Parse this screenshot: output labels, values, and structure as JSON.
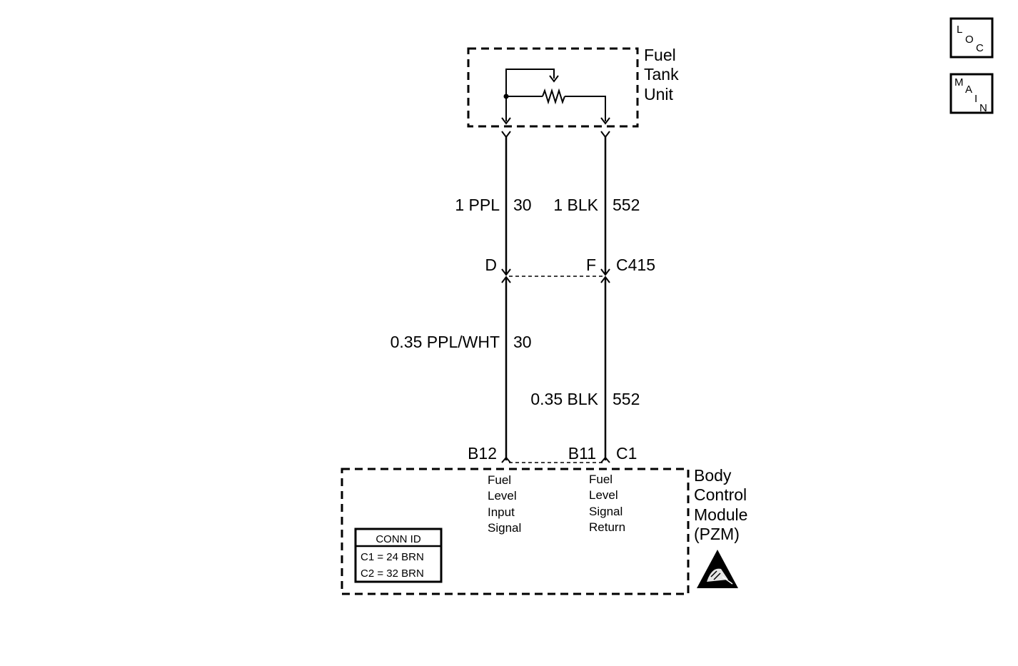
{
  "nav": {
    "loc": {
      "l1": "L",
      "l2": "O",
      "l3": "C"
    },
    "main": {
      "l1": "M",
      "l2": "A",
      "l3": "I",
      "l4": "N"
    }
  },
  "fuel_tank_unit": {
    "line1": "Fuel",
    "line2": "Tank",
    "line3": "Unit"
  },
  "upper_wires": {
    "left": {
      "gauge_color": "1 PPL",
      "circuit": "30"
    },
    "right": {
      "gauge_color": "1 BLK",
      "circuit": "552"
    }
  },
  "connector_c415": {
    "pin_left": "D",
    "pin_right": "F",
    "name": "C415"
  },
  "lower_wires": {
    "left": {
      "gauge_color": "0.35 PPL/WHT",
      "circuit": "30"
    },
    "right": {
      "gauge_color": "0.35 BLK",
      "circuit": "552"
    }
  },
  "bcm_connector": {
    "pin_left": "B12",
    "pin_right": "B11",
    "name": "C1"
  },
  "bcm": {
    "line1": "Body",
    "line2": "Control",
    "line3": "Module",
    "line4": "(PZM)",
    "pin_left_desc": [
      "Fuel",
      "Level",
      "Input",
      "Signal"
    ],
    "pin_right_desc": [
      "Fuel",
      "Level",
      "Signal",
      "Return"
    ]
  },
  "conn_id": {
    "title": "CONN ID",
    "row1": "C1 = 24 BRN",
    "row2": "C2 = 32 BRN"
  },
  "icons": {
    "esd": "esd-warning-icon"
  }
}
